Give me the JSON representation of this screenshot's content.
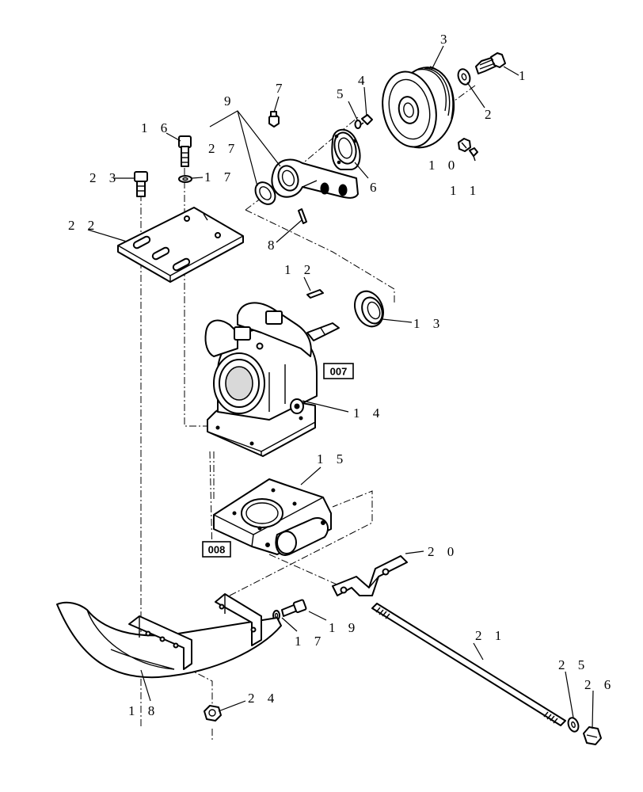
{
  "callouts": {
    "c1": "1",
    "c2": "2",
    "c3": "3",
    "c4": "4",
    "c5": "5",
    "c6": "6",
    "c7": "7",
    "c8": "8",
    "c9": "9",
    "c10": "1 0",
    "c11": "1 1",
    "c12": "1 2",
    "c13": "1 3",
    "c14": "1 4",
    "c15": "1 5",
    "c16": "1 6",
    "c17a": "1 7",
    "c17b": "1 7",
    "c18": "1 8",
    "c19": "1 9",
    "c20": "2 0",
    "c21": "2 1",
    "c22": "2 2",
    "c23": "2 3",
    "c24": "2 4",
    "c25": "2 5",
    "c26": "2 6",
    "c27": "2 7"
  },
  "references": {
    "ref_007": "007",
    "ref_008": "008"
  }
}
